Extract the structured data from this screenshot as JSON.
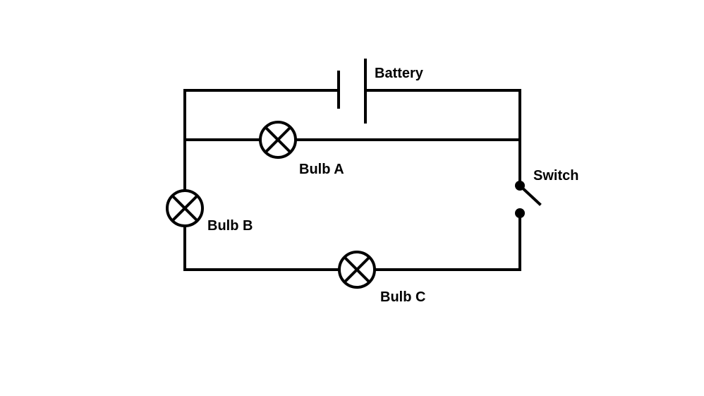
{
  "diagram": {
    "labels": {
      "battery": "Battery",
      "bulb_a": "Bulb A",
      "bulb_b": "Bulb B",
      "bulb_c": "Bulb C",
      "switch": "Switch"
    },
    "switch_state": "open"
  }
}
